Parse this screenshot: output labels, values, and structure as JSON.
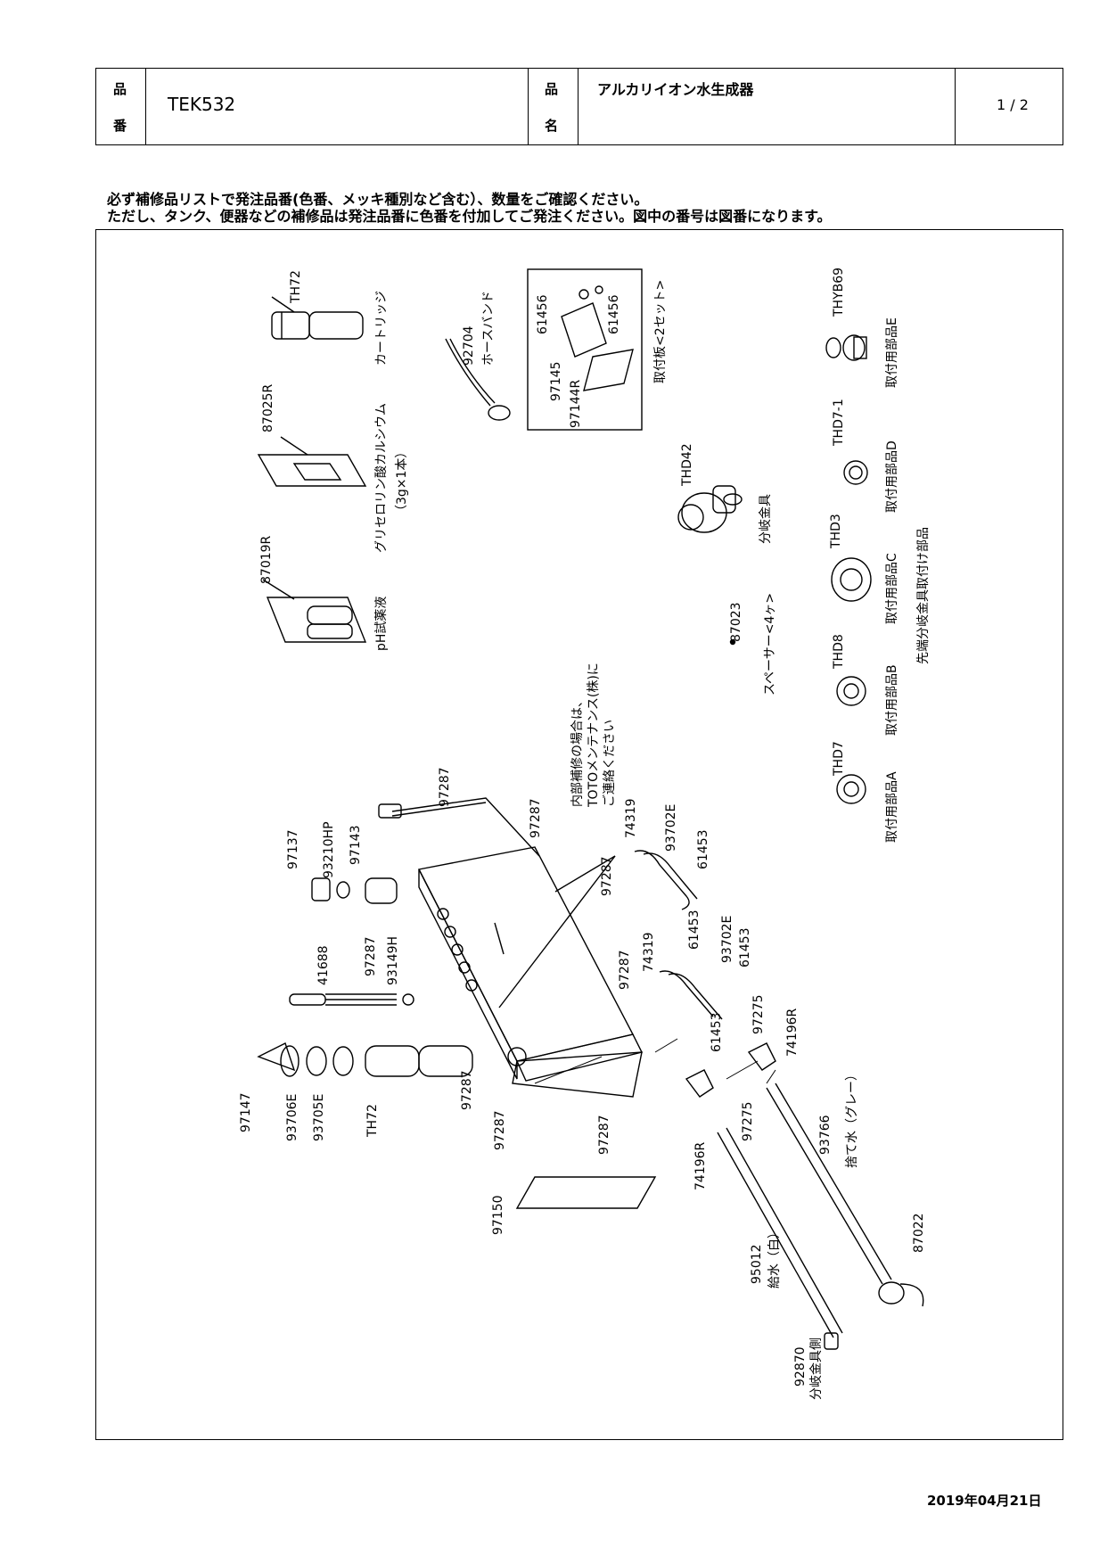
{
  "header": {
    "part_no_label_1": "品",
    "part_no_label_2": "番",
    "part_no": "TEK532",
    "name_label_1": "品",
    "name_label_2": "名",
    "name": "アルカリイオン水生成器",
    "page": "1 / 2"
  },
  "notice": {
    "line1": "必ず補修品リストで発注品番(色番、メッキ種別など含む）、数量をご確認ください。",
    "line2": "ただし、タンク、便器などの補修品は発注品番に色番を付加してご発注ください。図中の番号は図番になります。"
  },
  "labels": {
    "th72_top": "TH72",
    "cartridge": "カートリッジ",
    "n87025r": "87025R",
    "glycero1": "グリセロリン酸カルシウム",
    "glycero2": "（3g×1本）",
    "n87019r": "87019R",
    "ph": "pH試薬液",
    "n92704": "92704",
    "hoseband": "ホースバンド",
    "n61456a": "61456",
    "n61456b": "61456",
    "n97145": "97145",
    "n97144r": "97144R",
    "bracket": "取付板<2セット>",
    "thd42": "THD42",
    "bunki": "分岐金具",
    "n87023": "87023",
    "spacer": "スペーサー<4ヶ>",
    "thyb69": "THYB69",
    "partE": "取付用部品E",
    "thd7_1": "THD7-1",
    "partD": "取付用部品D",
    "thd3": "THD3",
    "partC": "取付用部品C",
    "sentan": "先端分岐金具取付け部品",
    "thd8": "THD8",
    "partB": "取付用部品B",
    "thd7": "THD7",
    "partA": "取付用部品A",
    "note1": "内部補修の場合は、",
    "note2": "TOTOメンテナンス(株)に",
    "note3": "ご連絡ください",
    "n97287a": "97287",
    "n97287b": "97287",
    "n97287c": "97287",
    "n97287d": "97287",
    "n97287e": "97287",
    "n97287f": "97287",
    "n97287g": "97287",
    "n97287h": "97287",
    "n97137": "97137",
    "n93210hp": "93210HP",
    "n97143": "97143",
    "n41688": "41688",
    "n93149h": "93149H",
    "n74319a": "74319",
    "n93702ea": "93702E",
    "n61453a": "61453",
    "n61453b": "61453",
    "n74319b": "74319",
    "n93702eb": "93702E",
    "n61453c": "61453",
    "n61453d": "61453",
    "n97275a": "97275",
    "n74196ra": "74196R",
    "n97147": "97147",
    "n93706e": "93706E",
    "n93705e": "93705E",
    "th72_bot": "TH72",
    "n97275b": "97275",
    "n74196rb": "74196R",
    "n93766": "93766",
    "sutemizu": "捨て水（グレー）",
    "n97150": "97150",
    "n95012": "95012",
    "kyusui": "給水（白）",
    "n87022": "87022",
    "n92870": "92870",
    "bunkigawa": "分岐金具側"
  },
  "date": "2019年04月21日"
}
